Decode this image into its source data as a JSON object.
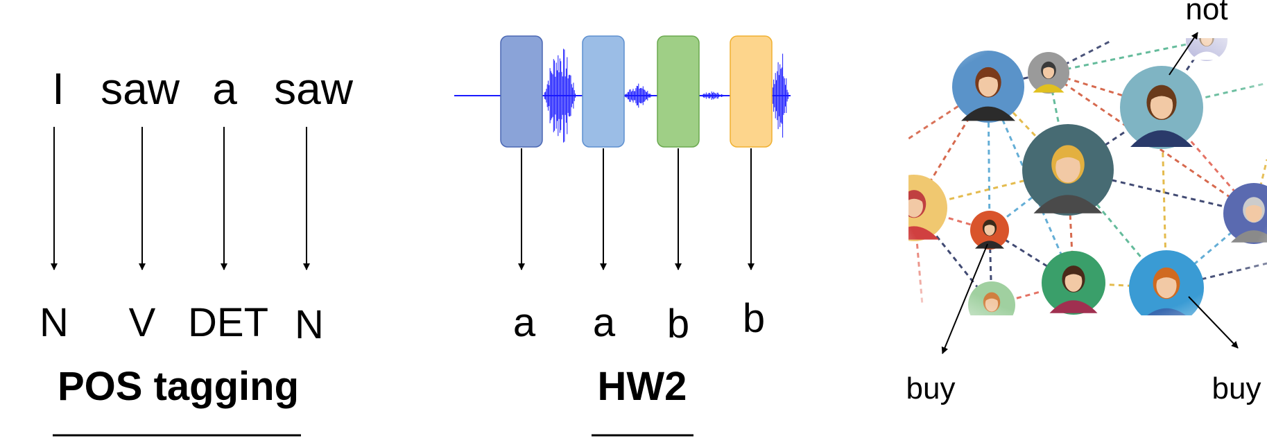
{
  "pos": {
    "words": [
      "I",
      "saw",
      "a",
      "saw"
    ],
    "tags": [
      "N",
      "V",
      "DET",
      "N"
    ],
    "caption": "POS tagging"
  },
  "hw2": {
    "labels": [
      "a",
      "a",
      "b",
      "b"
    ],
    "caption": "HW2",
    "block_colors": [
      "#8aa3d8",
      "#9bbde6",
      "#9fcf86",
      "#fdd58c"
    ],
    "block_borders": [
      "#4a67b3",
      "#5d8fcf",
      "#6aa84f",
      "#f0b030"
    ],
    "waveform_color": "#1a1aff"
  },
  "network": {
    "labels": {
      "top": "not",
      "left": "buy",
      "right": "buy"
    }
  }
}
